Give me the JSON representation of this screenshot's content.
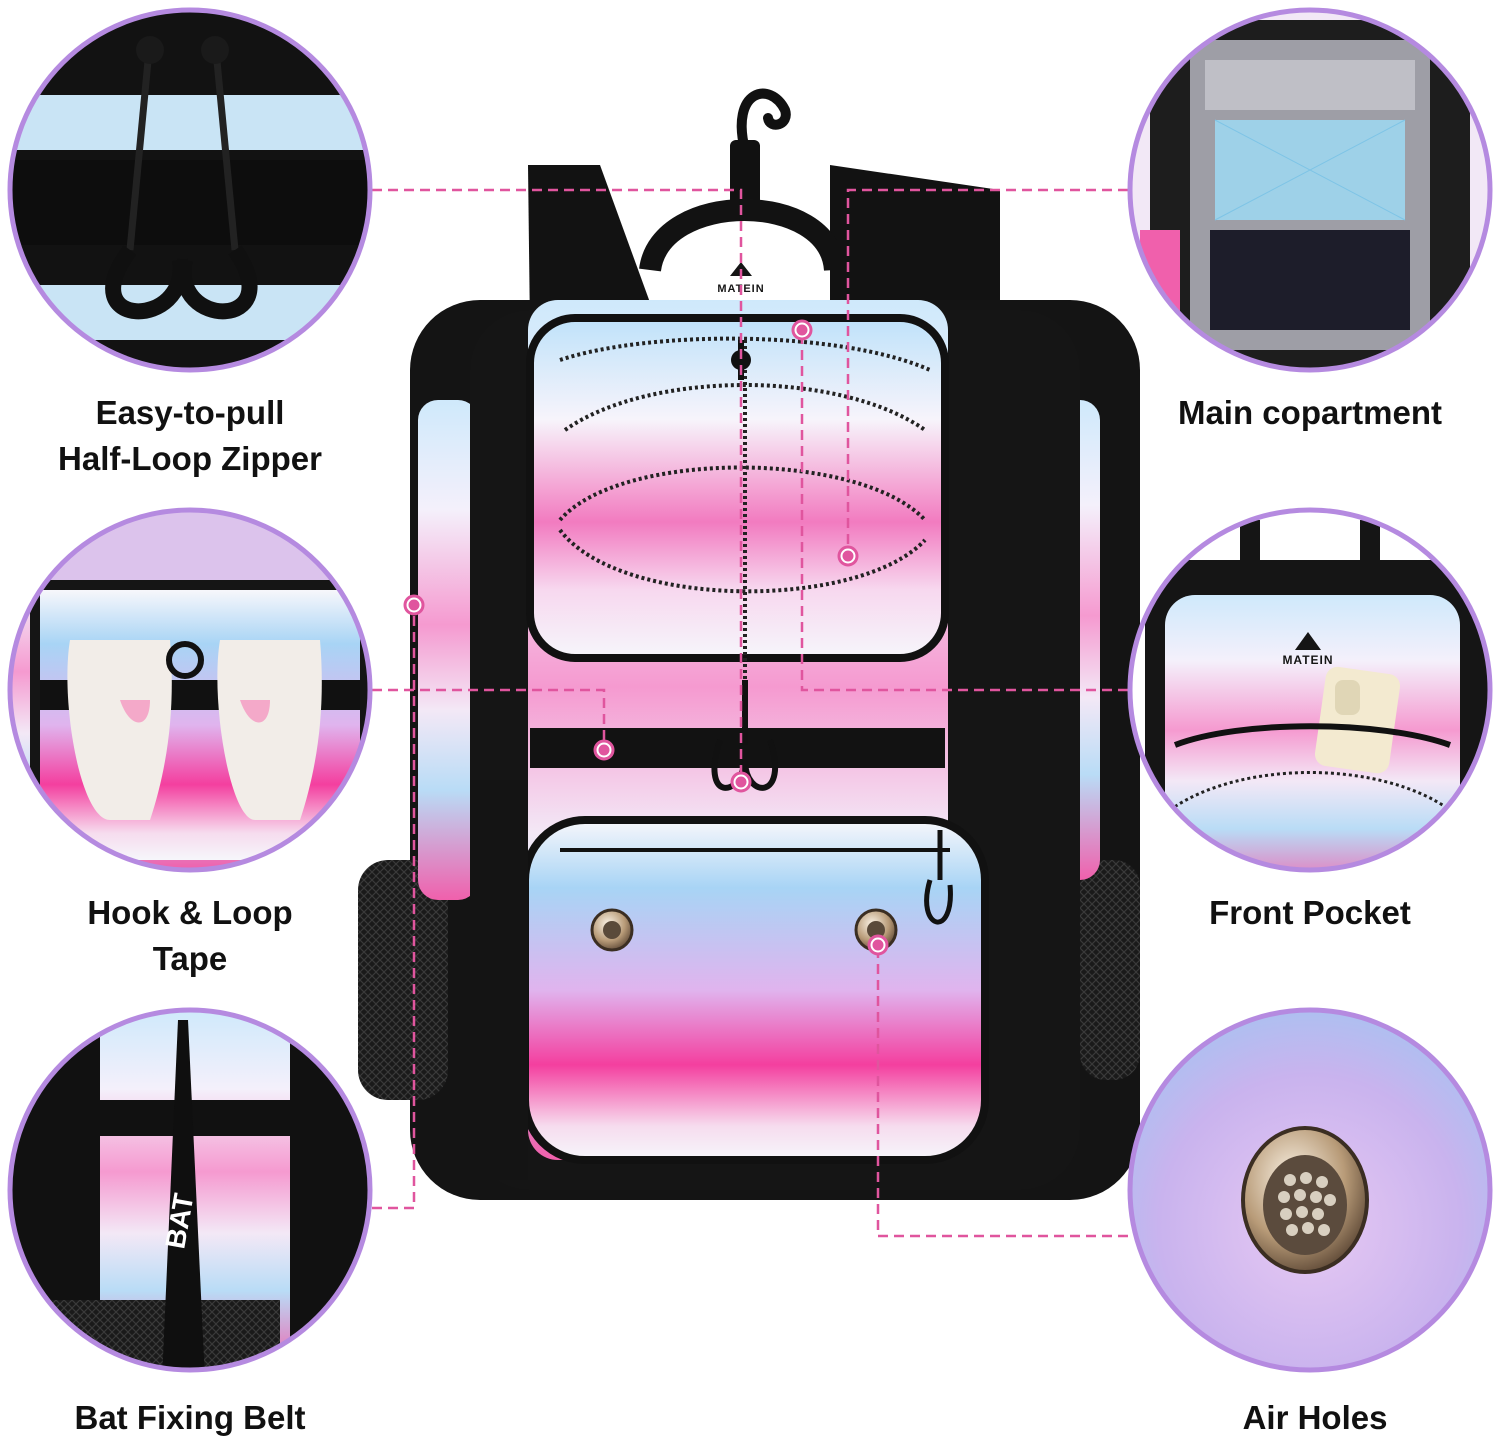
{
  "brand": "MATEIN",
  "colors": {
    "accent": "#e0559e",
    "circle_border": "#b58ae0",
    "gradient_pink": "#f05aa8",
    "gradient_blue": "#a9d8f5",
    "gradient_lilac": "#d8b8f0",
    "bag_black": "#141414"
  },
  "features": {
    "zipper": {
      "line1": "Easy-to-pull",
      "line2": "Half-Loop Zipper",
      "icon": "zipper-loop-icon"
    },
    "hook_loop": {
      "line1": "Hook & Loop",
      "line2": "Tape",
      "icon": "gloves-icon"
    },
    "bat_belt": {
      "line1": "Bat Fixing Belt",
      "icon": "bat-icon"
    },
    "main_compartment": {
      "line1": "Main copartment",
      "icon": "compartment-icon"
    },
    "front_pocket": {
      "line1": "Front Pocket",
      "icon": "phone-pocket-icon"
    },
    "air_holes": {
      "line1": "Air Holes",
      "icon": "vent-icon"
    }
  }
}
